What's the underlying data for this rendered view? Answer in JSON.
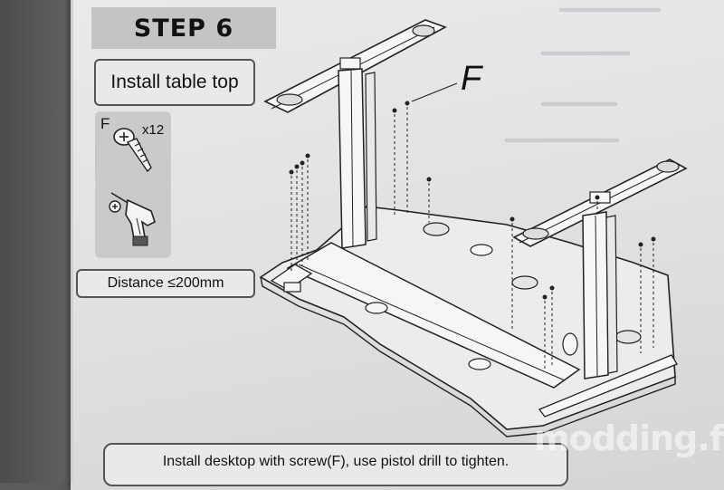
{
  "step": {
    "title": "STEP 6"
  },
  "task": {
    "title": "Install table top"
  },
  "parts": {
    "screw_label": "F",
    "screw_quantity": "x12",
    "diagram_label": "F"
  },
  "tools": {
    "drill_icon": "pistol-drill-icon",
    "screw_icon": "screw-icon",
    "phillips_icon": "phillips-bit-icon"
  },
  "distance": {
    "text": "Distance ≤200mm"
  },
  "instruction": {
    "text": "Install desktop with screw(F), use pistol drill to tighten."
  },
  "watermark": {
    "text": "modding.fr"
  },
  "colors": {
    "badge": "#c3c4c6",
    "paper": "#e4e5e7",
    "ink": "#111111",
    "background": "#5a5b5d"
  }
}
